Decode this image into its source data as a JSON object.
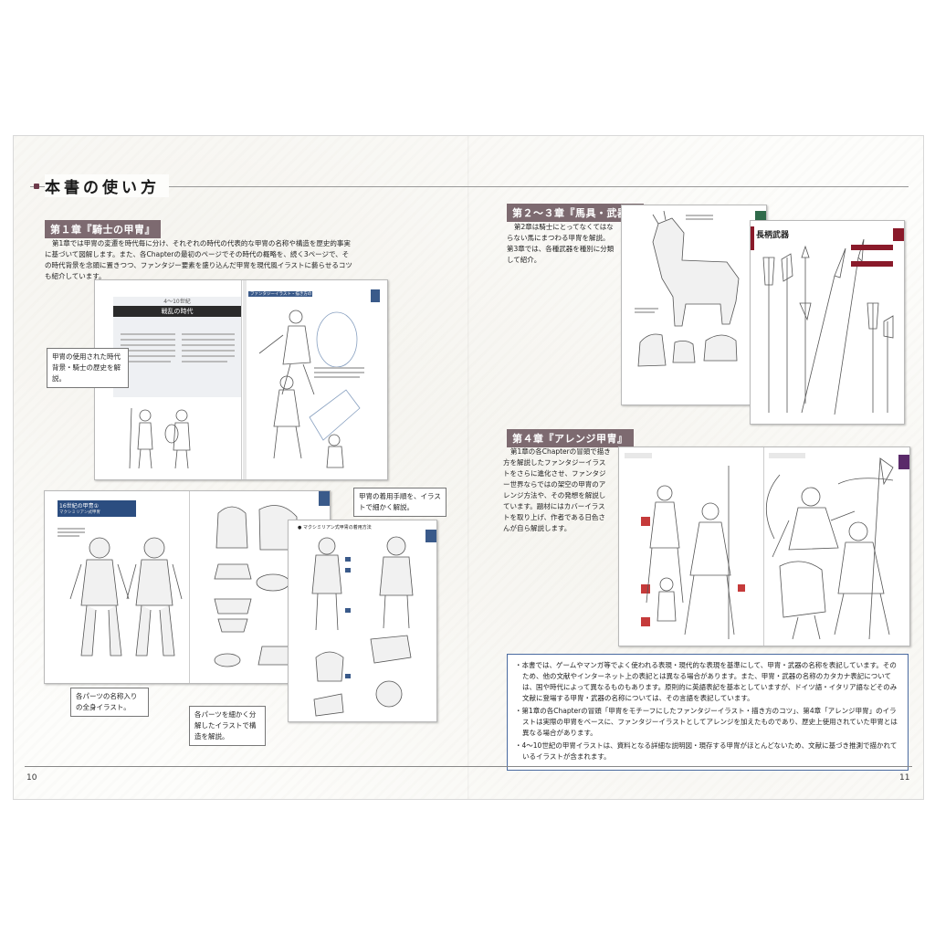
{
  "header": {
    "title": "本書の使い方"
  },
  "pages": {
    "left": "10",
    "right": "11"
  },
  "sections": {
    "ch1": {
      "heading": "第１章『騎士の甲冑』",
      "text": "第1章では甲冑の変遷を時代毎に分け、それぞれの時代の代表的な甲冑の名称や構造を歴史的事実に基づいて図解します。また、各Chapterの最初のページでその時代の概略を、続く3ページで、その時代背景を念頭に置きつつ、ファンタジー要素を盛り込んだ甲冑を現代風イラストに藝らせるコツも紹介しています。"
    },
    "ch23": {
      "heading": "第２〜３章『馬具・武器』",
      "text": "第2章は騎士にとってなくてはならない馬にまつわる甲冑を解説。第3章では、各種武器を種別に分類して紹介。"
    },
    "ch4": {
      "heading": "第４章『アレンジ甲冑』",
      "text": "第1章の各Chapterの冒頭で描き方を解説したファンタジーイラストをさらに進化させ、ファンタジー世界ならではの架空の甲冑のアレンジ方法や、その発想を解説しています。題材にはカバーイラストを取り上げ、作者である日色さんが自ら解説します。"
    }
  },
  "thumbnails": {
    "era": {
      "era_label": "4〜10世紀",
      "era_title": "戦乱の時代",
      "side_heading": "ファンタジーイラスト・描き方のコツ"
    },
    "armor16": {
      "heading": "16世紀の甲冑①",
      "sub": "マクシミリアン式甲冑"
    },
    "wearing": {
      "heading": "● マクシミリアン式甲冑の着用方法"
    },
    "polearm": {
      "heading": "長柄武器"
    }
  },
  "callouts": {
    "history": "甲冑の使用された時代背景・騎士の歴史を解説。",
    "parts_name": "各パーツの名称入りの全身イラスト。",
    "parts_detail": "各パーツを細かく分解したイラストで構造を解説。",
    "wearing": "甲冑の着用手順を、イラストで細かく解説。"
  },
  "notes": [
    "本書では、ゲームやマンガ等でよく使われる表現・現代的な表現を基準にして、甲冑・武器の名称を表記しています。そのため、他の文献やインターネット上の表記とは異なる場合があります。また、甲冑・武器の名称のカタカナ表記については、国や時代によって異なるものもあります。原則的に英語表記を基本としていますが、ドイツ語・イタリア語などそのみ文献に登場する甲冑・武器の名称については、その言語を表記しています。",
    "第1章の各Chapterの冒頭「甲冑をモチーフにしたファンタジーイラスト・描き方のコツ」、第4章「アレンジ甲冑」のイラストは実際の甲冑をベースに、ファンタジーイラストとしてアレンジを加えたものであり、歴史上使用されていた甲冑とは異なる場合があります。",
    "4〜10世紀の甲冑イラストは、資料となる詳細な説明図・現存する甲冑がほとんどないため、文献に基づき推測で描かれているイラストが含まれます。"
  ]
}
